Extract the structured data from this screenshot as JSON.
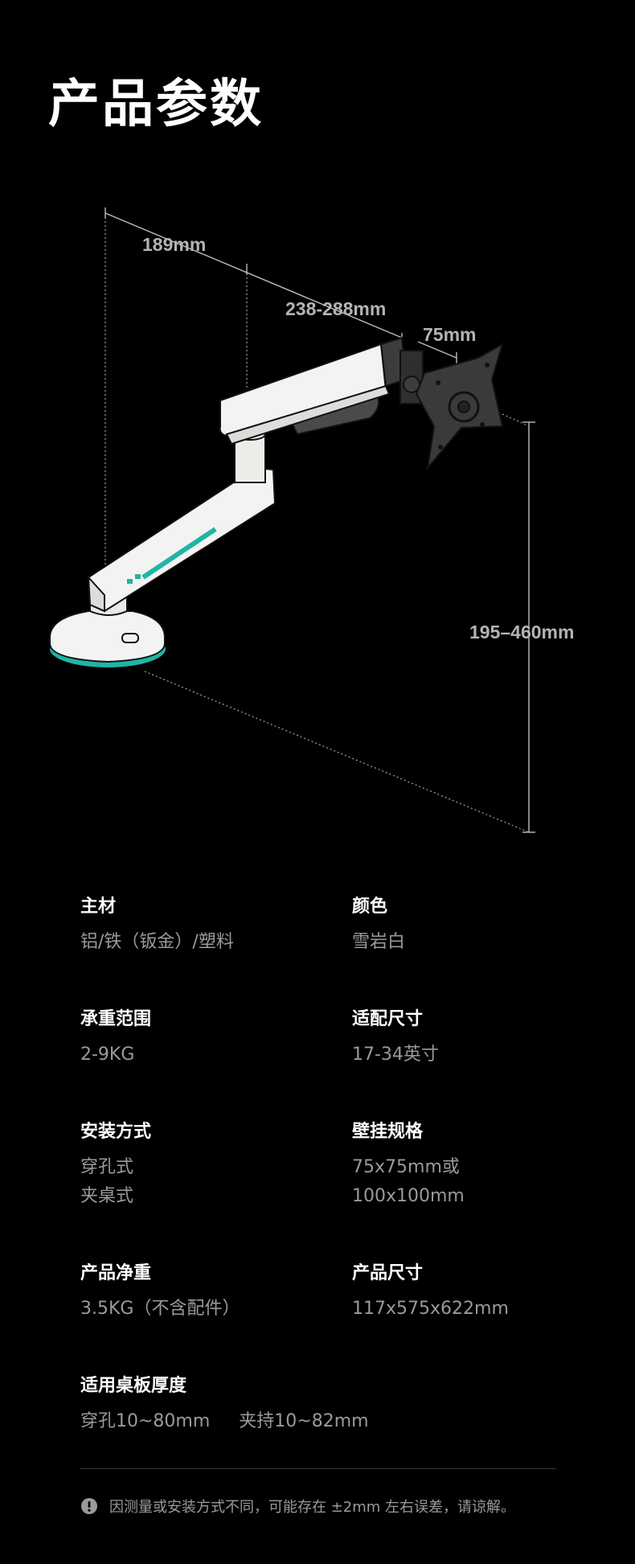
{
  "page_title": "产品参数",
  "dimensions": {
    "reach_1": "189mm",
    "reach_2": "238-288mm",
    "head": "75mm",
    "height": "195–460mm"
  },
  "specs": [
    {
      "label": "主材",
      "value": "铝/铁（钣金）/塑料"
    },
    {
      "label": "颜色",
      "value": "雪岩白"
    },
    {
      "label": "承重范围",
      "value": "2-9KG"
    },
    {
      "label": "适配尺寸",
      "value": "17-34英寸"
    },
    {
      "label": "安装方式",
      "value": "穿孔式\n夹桌式"
    },
    {
      "label": "壁挂规格",
      "value": "75x75mm或\n100x100mm"
    },
    {
      "label": "产品净重",
      "value": "3.5KG（不含配件）"
    },
    {
      "label": "产品尺寸",
      "value": "117x575x622mm"
    }
  ],
  "desk_thickness": {
    "label": "适用桌板厚度",
    "values": [
      "穿孔10~80mm",
      "夹持10~82mm"
    ]
  },
  "note": "因测量或安装方式不同，可能存在 ±2mm 左右误差，请谅解。",
  "colors": {
    "background": "#000000",
    "accent": "#1fb5a6",
    "muted": "#9a9a9a"
  }
}
